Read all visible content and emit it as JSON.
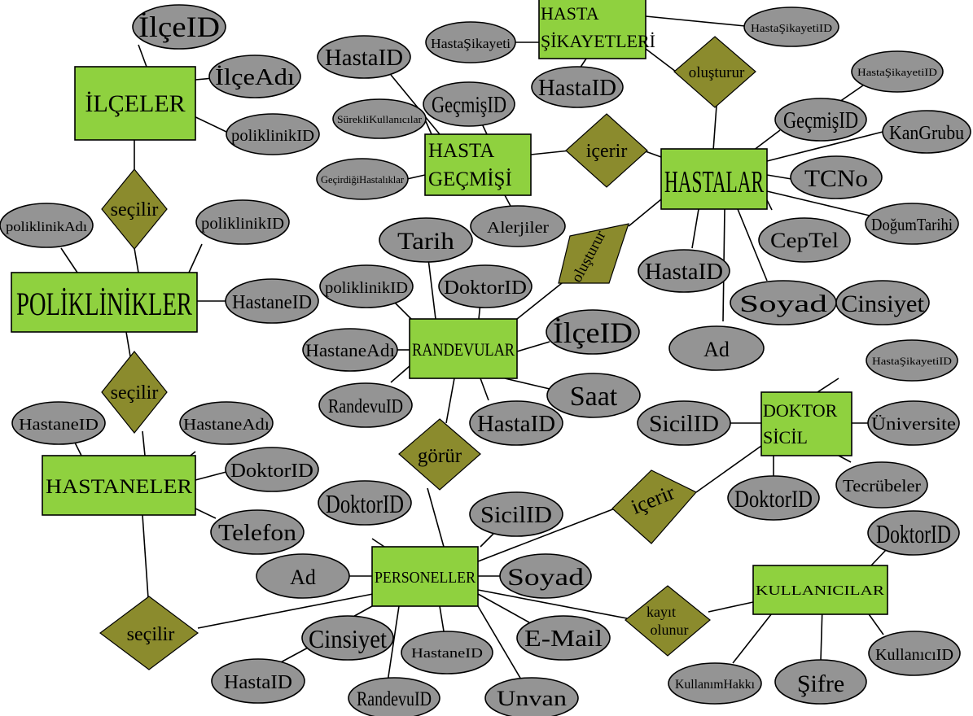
{
  "colors": {
    "entity": "#8fd13f",
    "attribute": "#949494",
    "relationship": "#8b8b2d"
  },
  "entities": {
    "ilceler": "İLÇELER",
    "hasta_sikayetleri": [
      "HASTA",
      "ŞİKAYETLERİ"
    ],
    "hasta_gecmisi": [
      "HASTA",
      "GEÇMİŞİ"
    ],
    "hastalar": "HASTALAR",
    "poliklinikler": "POLİKLİNİKLER",
    "randevular": "RANDEVULAR",
    "doktor_sicil": [
      "DOKTOR",
      "SİCİL"
    ],
    "hastaneler": "HASTANELER",
    "personeller": "PERSONELLER",
    "kullanicilar": "KULLANICILAR"
  },
  "relationships": {
    "ilce_secilir": "seçilir",
    "sikayet_olusturur": "oluşturur",
    "gecmis_icerir": "içerir",
    "randevu_olusturur": "oluşturur",
    "poliklinik_secilir": "seçilir",
    "randevu_gorur": "görür",
    "sicil_icerir": "içerir",
    "hastane_secilir": "seçilir",
    "kayit_olunur": [
      "kayıt",
      "olunur"
    ]
  },
  "attributes": {
    "ilceler": [
      "İlçeID",
      "İlçeAdı",
      "poliklinikID"
    ],
    "hasta_sikayetleri": [
      "HastaŞikayeti",
      "HastaŞikayetiID",
      "HastaID"
    ],
    "hasta_gecmisi": [
      "HastaID",
      "GeçmişID",
      "SürekliKullanıcılar",
      "GeçirdiğiHastalıklar",
      "Alerjiler"
    ],
    "hastalar": [
      "HastaŞikayetiID",
      "GeçmişID",
      "KanGrubu",
      "TCNo",
      "DoğumTarihi",
      "CepTel",
      "HastaID",
      "Soyad",
      "Cinsiyet",
      "Ad"
    ],
    "poliklinikler": [
      "poliklinikAdı",
      "poliklinikID",
      "HastaneID"
    ],
    "randevular": [
      "Tarih",
      "poliklinikID",
      "DoktorID",
      "İlçeID",
      "HastaneAdı",
      "Saat",
      "RandevuID",
      "HastaID"
    ],
    "doktor_sicil": [
      "HastaŞikayetiID",
      "SicilID",
      "Üniversite",
      "Tecrübeler",
      "DoktorID"
    ],
    "hastaneler": [
      "HastaneID",
      "HastaneAdı",
      "DoktorID",
      "Telefon"
    ],
    "personeller": [
      "DoktorID",
      "SicilID",
      "Ad",
      "Soyad",
      "Cinsiyet",
      "E-Mail",
      "HastaneID",
      "HastaID",
      "RandevuID",
      "Unvan"
    ],
    "kullanicilar": [
      "DoktorID",
      "KullanıcıID",
      "KullanımHakkı",
      "Şifre"
    ]
  }
}
